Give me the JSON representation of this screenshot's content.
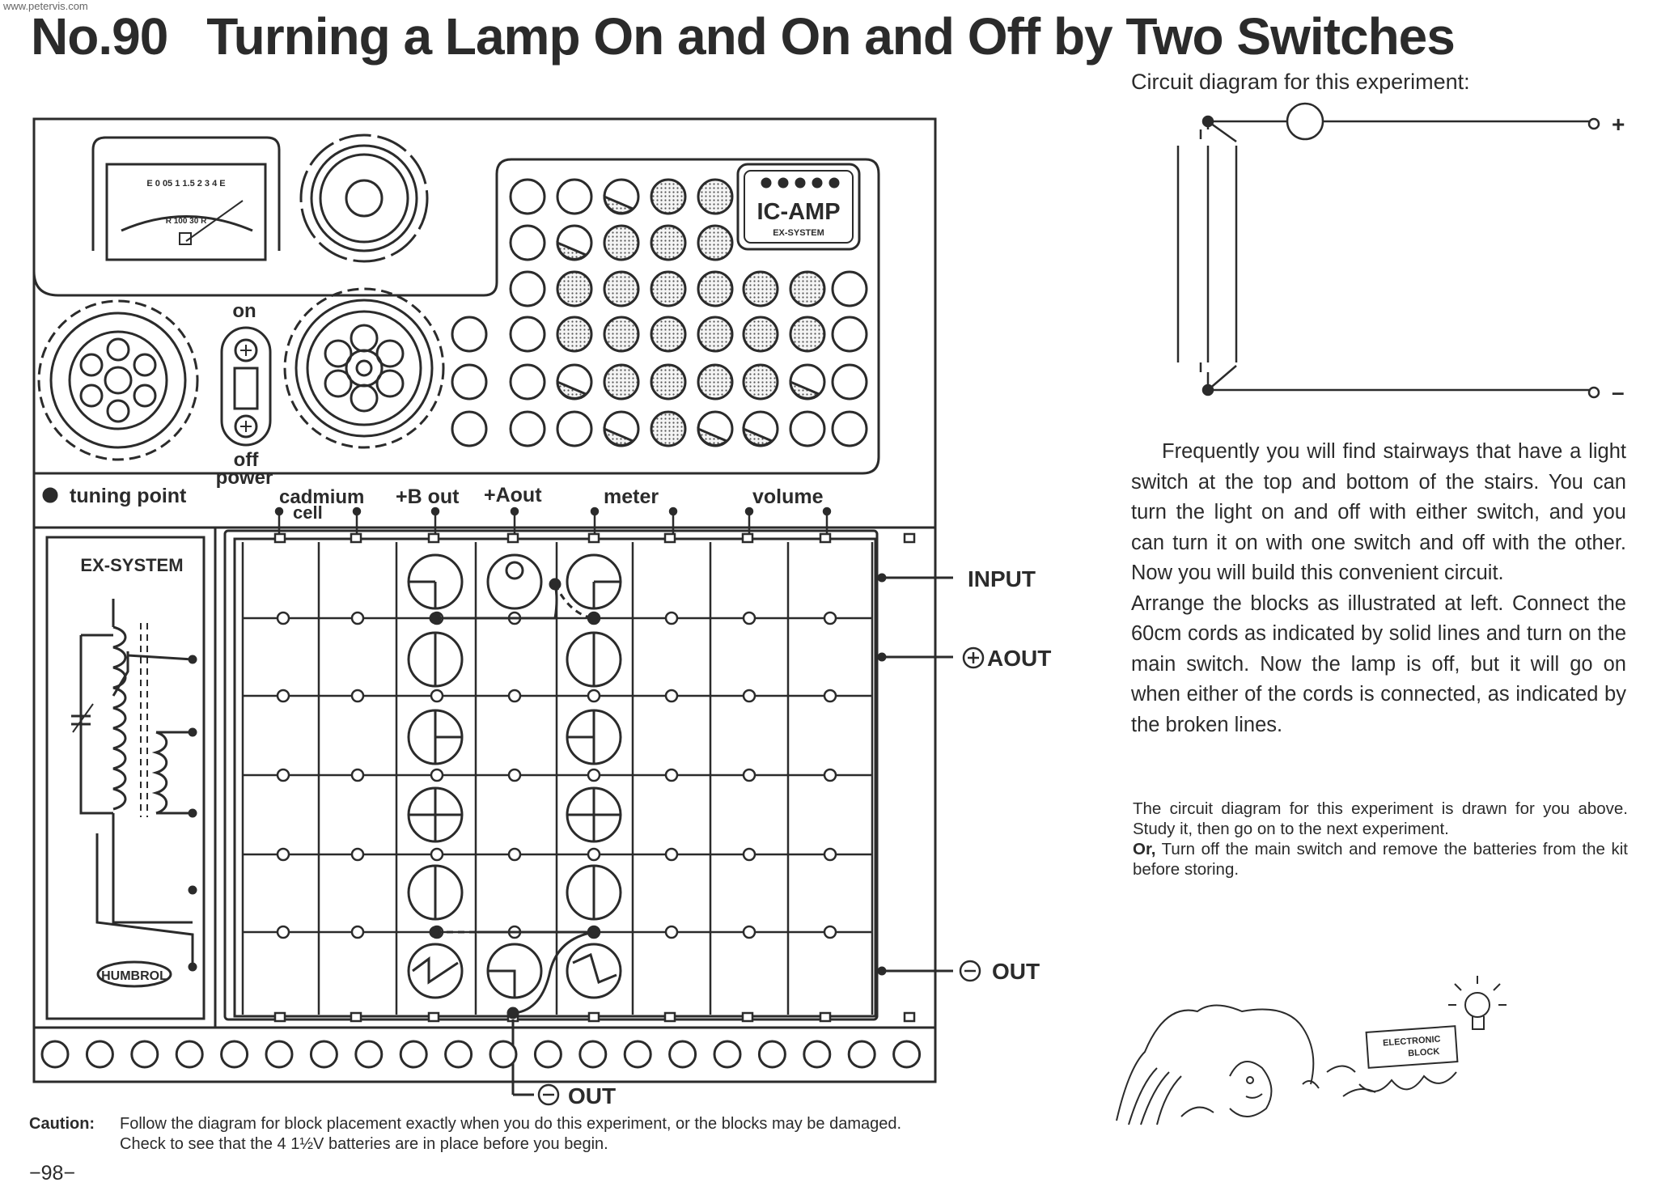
{
  "watermark": "www.petervis.com",
  "title": {
    "number": "No.90",
    "text": "Turning a Lamp On and On and Off by Two Switches"
  },
  "panel": {
    "meter_scale_top": "E 0 05 1 1.5 2 3 4 E",
    "meter_scale_bottom": "R 100 30 R",
    "ic_amp_label": "IC-AMP",
    "ex_system_small": "EX-SYSTEM",
    "switch_on": "on",
    "switch_off": "off",
    "power": "power",
    "tuning_point": "tuning point",
    "terminals": {
      "cadmium": "cadmium",
      "cell": "cell",
      "bout": "+B out",
      "aout": "+Aout",
      "meter": "meter",
      "volume": "volume"
    },
    "ex_system": "EX-SYSTEM",
    "brand": "HUMBROL",
    "input": "INPUT",
    "plus_aout": "AOUT",
    "minus_out": "OUT",
    "bottom_out": "OUT"
  },
  "circuit_caption": "Circuit diagram for this experiment:",
  "circuit": {
    "plus": "+",
    "minus": "–"
  },
  "body": {
    "p1": "Frequently you will find stairways that have a light switch at the top and bottom of the stairs. You can turn the light on and off with either switch, and you can turn it on with one switch and off with the other. Now you will build this convenient circuit.",
    "p2": "Arrange the blocks as illustrated at left. Connect the 60cm cords as indicated by solid lines and turn on the main switch. Now the lamp is off, but it will go on when either of the cords is connected, as indicated by the broken lines."
  },
  "note": {
    "p1": "The circuit diagram for this experiment is drawn for you above. Study it, then go on to the next experiment.",
    "p2_lead": "Or,",
    "p2_rest": " Turn off the main switch and remove the batteries from the kit before storing."
  },
  "cartoon": {
    "sign_line1": "ELECTRONIC",
    "sign_line2": "BLOCK"
  },
  "caution": {
    "label": "Caution:",
    "text": "Follow the diagram for block placement exactly when you do this experiment, or the blocks may be damaged. Check to see that the 4 1½V batteries are in place before you begin."
  },
  "page_number": "−98−"
}
